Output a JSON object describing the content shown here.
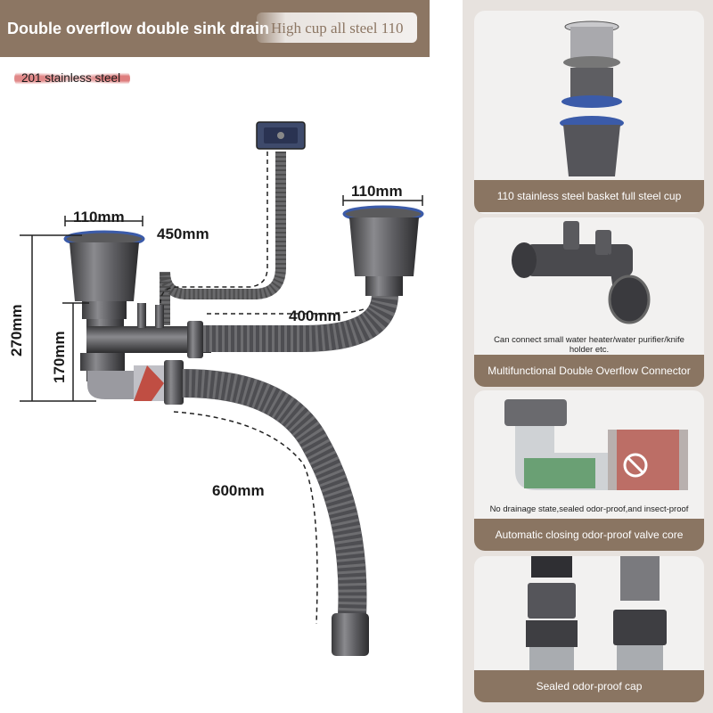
{
  "header": {
    "title": "Double overflow double sink drain",
    "tag": "High cup all steel 110"
  },
  "material_badge": "201 stainless steel",
  "diagram": {
    "dim_left_cup": "110mm",
    "dim_right_cup": "110mm",
    "dim_overflow_hose": "450mm",
    "dim_connector_hose": "400mm",
    "dim_drain_hose": "600mm",
    "dim_total_height": "270mm",
    "dim_lower_height": "170mm"
  },
  "cards": [
    {
      "caption": "110 stainless steel basket full steel cup",
      "note": ""
    },
    {
      "caption": "Multifunctional Double Overflow Connector",
      "note": "Can connect small water heater/water purifier/knife holder etc."
    },
    {
      "caption": "Automatic closing odor-proof valve core",
      "note": "No drainage state,sealed odor-proof,and insect-proof"
    },
    {
      "caption": "Sealed odor-proof cap",
      "note": ""
    }
  ],
  "colors": {
    "brand_brown": "#8c7663",
    "panel_bg": "#e7e2de",
    "pipe_gray": "#5a5a5c",
    "accent_red": "#c0392b",
    "seal_blue": "#3b5ba9"
  }
}
